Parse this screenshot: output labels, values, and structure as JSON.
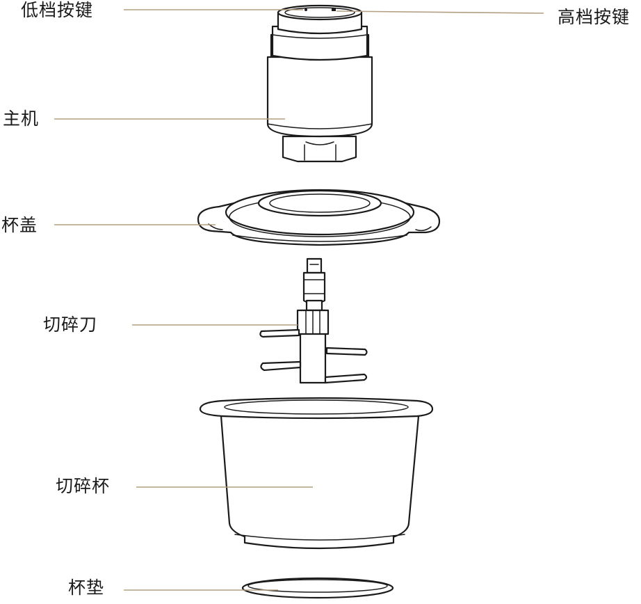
{
  "labels": {
    "low_button": "低档按键",
    "high_button": "高档按键",
    "motor_unit": "主机",
    "lid": "杯盖",
    "blade": "切碎刀",
    "bowl": "切碎杯",
    "base_pad": "杯垫"
  },
  "colors": {
    "leader_line": "#b39f82",
    "outline": "#1a1a1a",
    "background": "#ffffff"
  }
}
